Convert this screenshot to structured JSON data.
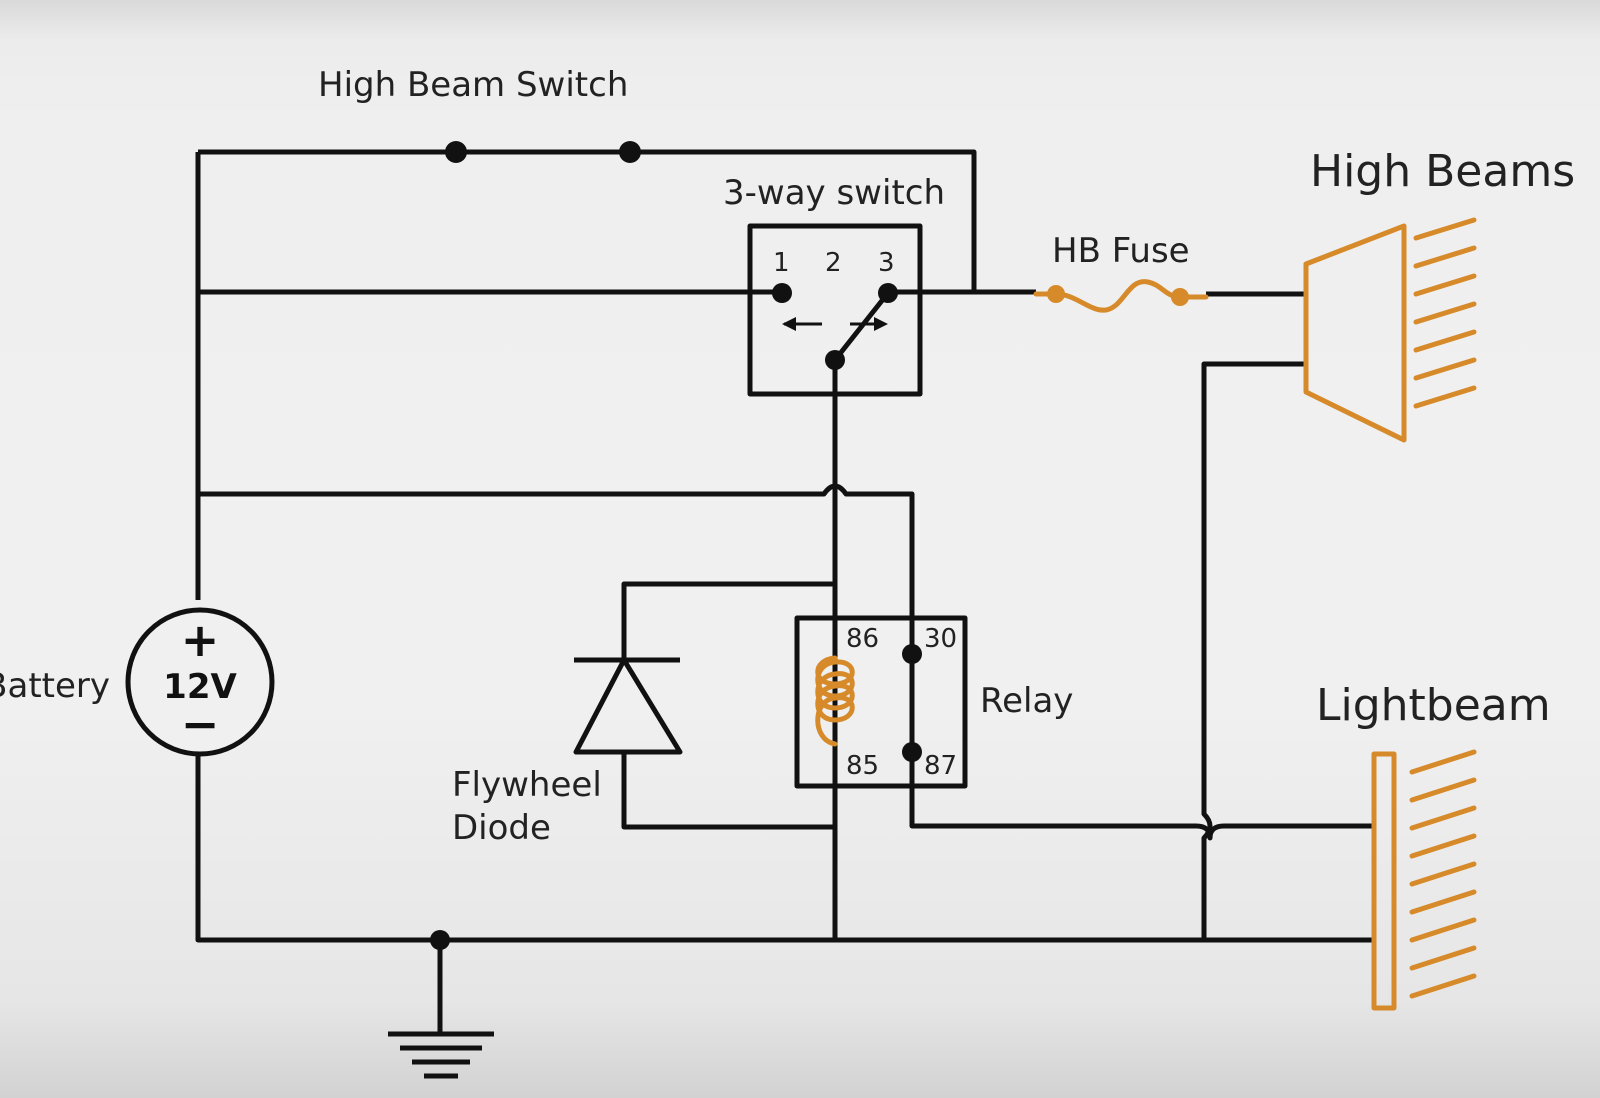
{
  "labels": {
    "high_beam_switch": "High Beam Switch",
    "three_way_switch": "3-way switch",
    "hb_fuse": "HB Fuse",
    "high_beams": "High Beams",
    "lightbeam": "Lightbeam",
    "relay": "Relay",
    "battery": "Battery",
    "battery_voltage": "12V",
    "battery_plus": "+",
    "battery_minus": "−",
    "flywheel_diode_line1": "Flywheel",
    "flywheel_diode_line2": "Diode"
  },
  "switch_pins": [
    "1",
    "2",
    "3"
  ],
  "relay_pins": {
    "p86": "86",
    "p30": "30",
    "p85": "85",
    "p87": "87"
  },
  "colors": {
    "wire": "#111111",
    "accent": "#d68a2a",
    "background": "#f0f0f0"
  }
}
